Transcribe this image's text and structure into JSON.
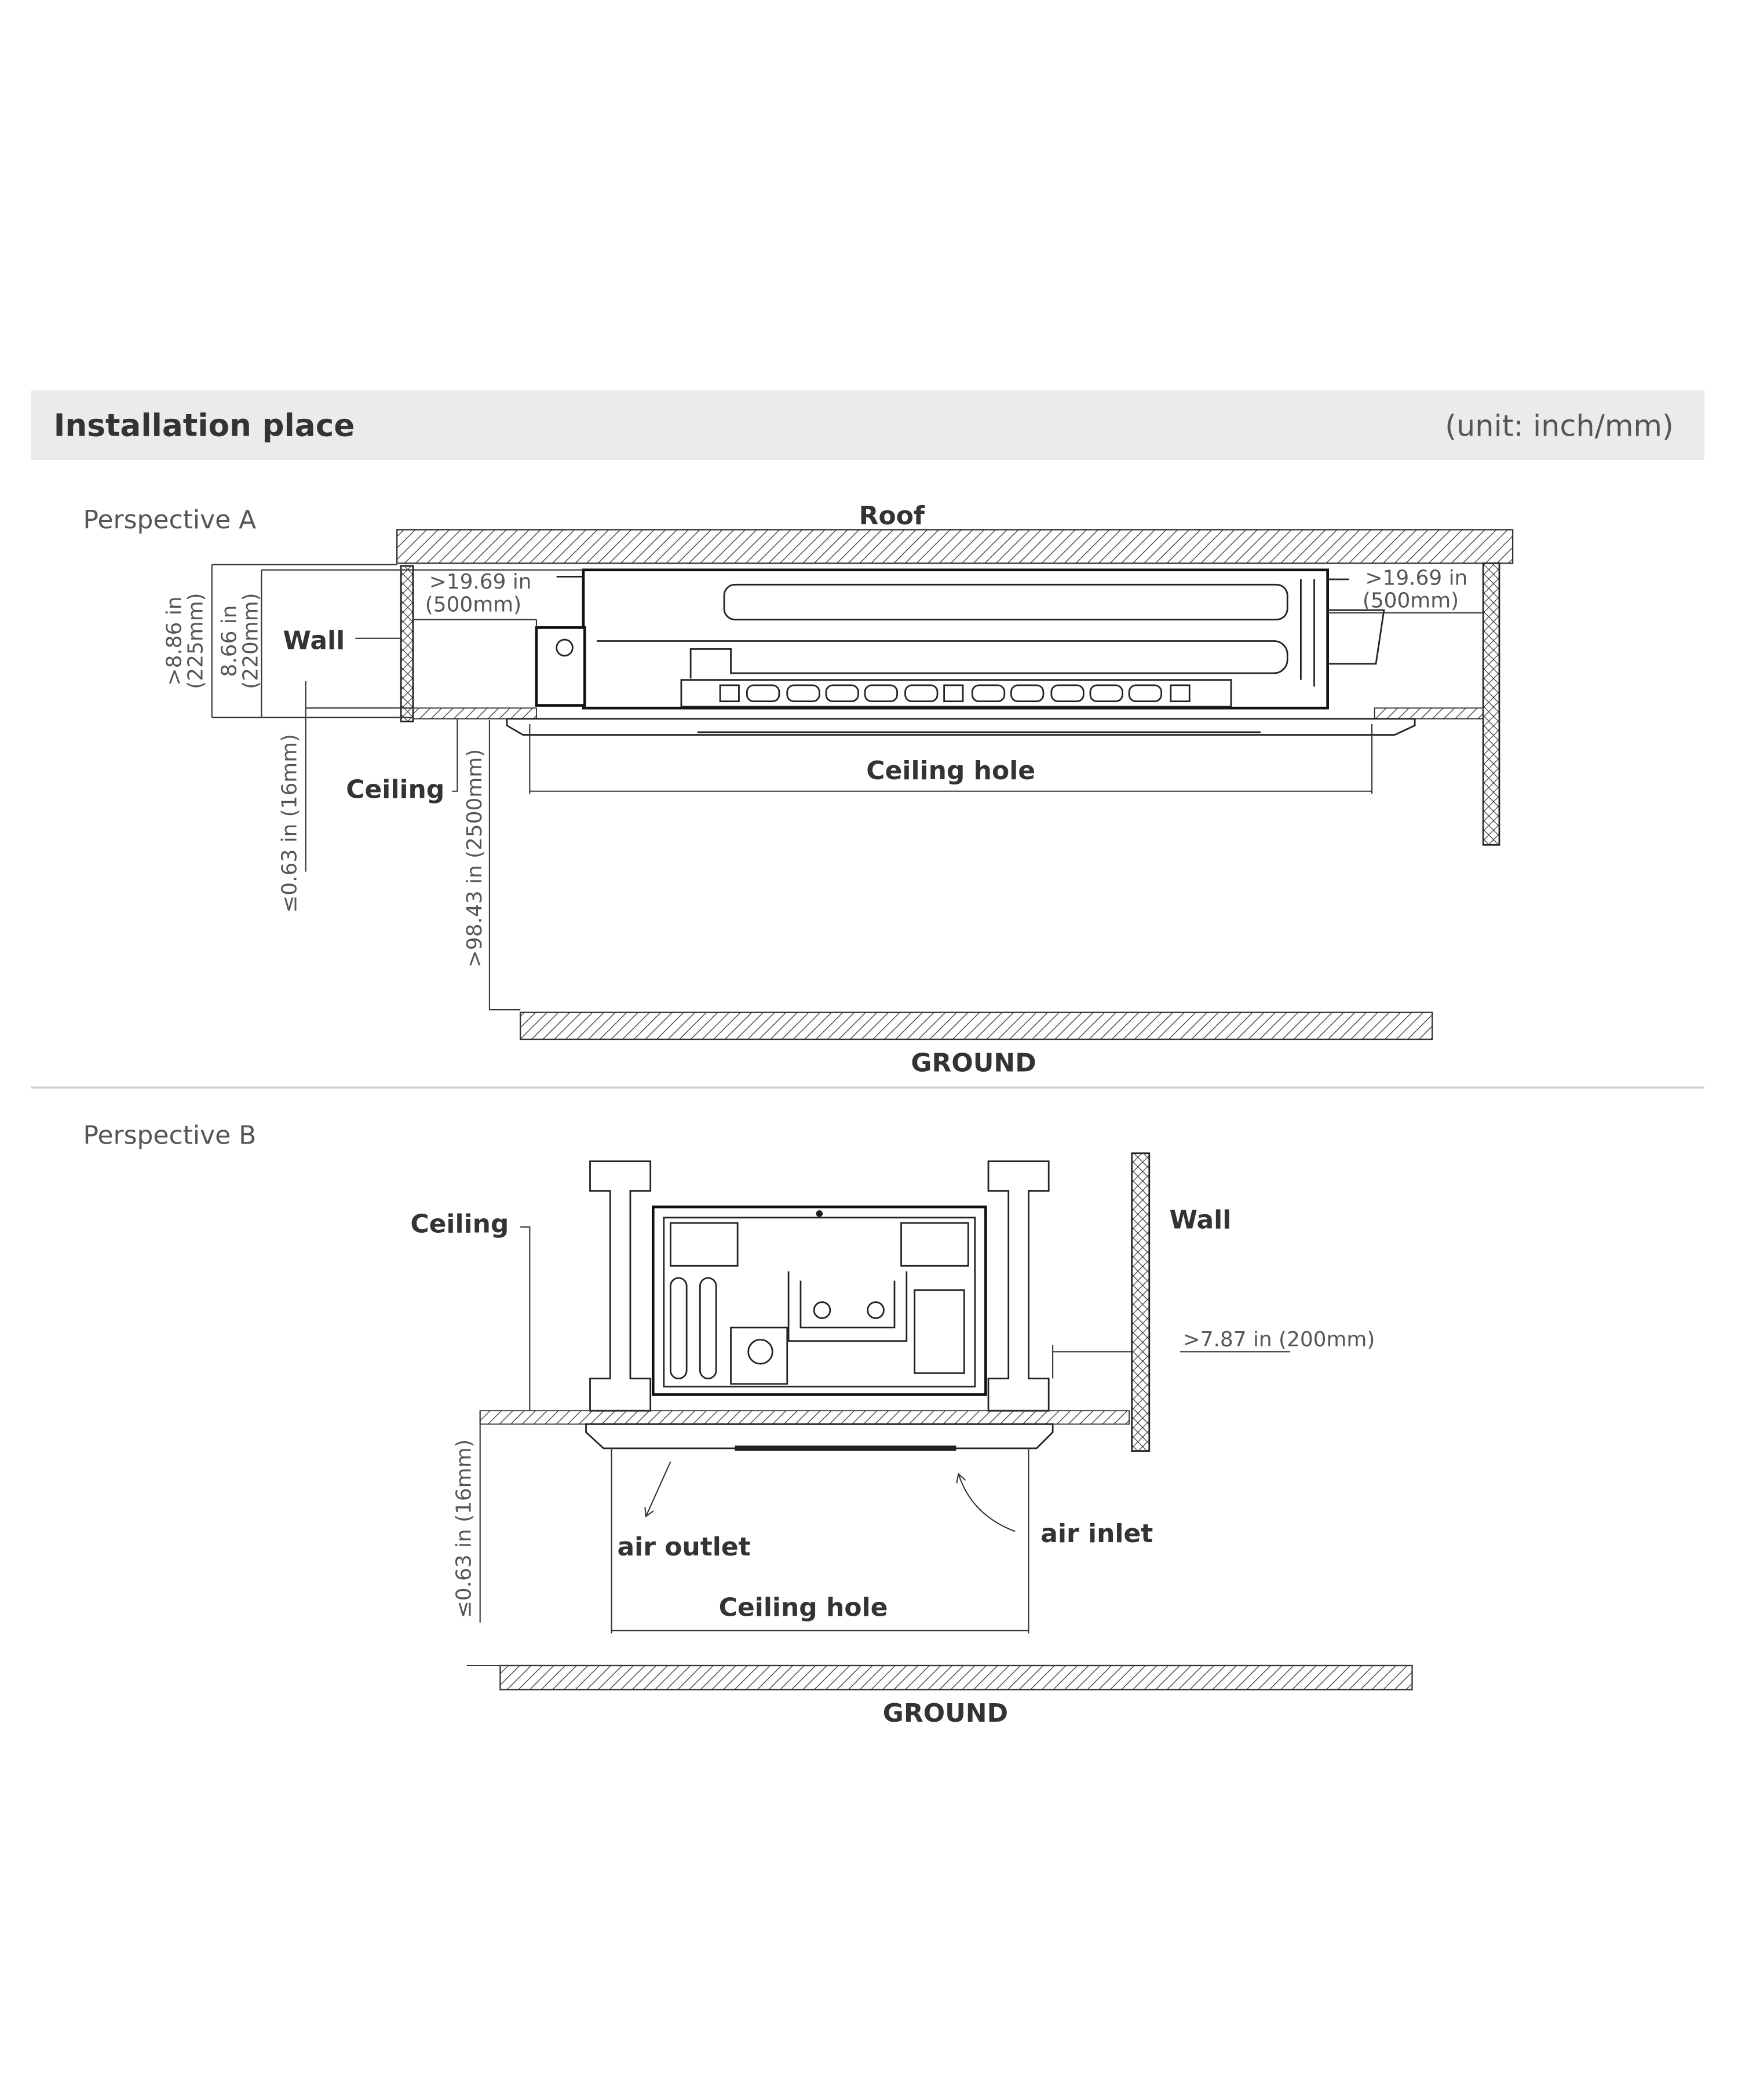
{
  "header": {
    "title": "Installation place",
    "unit": "(unit: inch/mm)"
  },
  "perspective_a": {
    "label": "Perspective A",
    "roof": "Roof",
    "wall": "Wall",
    "ceiling": "Ceiling",
    "ceiling_hole": "Ceiling hole",
    "ground": "GROUND",
    "clearance_left": {
      "line1": ">19.69 in",
      "line2": "(500mm)"
    },
    "clearance_right": {
      "line1": ">19.69 in",
      "line2": "(500mm)"
    },
    "height_outer": {
      "line1": ">8.86 in",
      "line2": "(225mm)"
    },
    "height_inner": {
      "line1": "8.66 in",
      "line2": "(220mm)"
    },
    "panel_gap": "≤0.63 in (16mm)",
    "floor_height": ">98.43 in (2500mm)"
  },
  "perspective_b": {
    "label": "Perspective B",
    "ceiling": "Ceiling",
    "wall": "Wall",
    "wall_clearance": ">7.87 in (200mm)",
    "panel_gap": "≤0.63 in (16mm)",
    "air_outlet": "air outlet",
    "air_inlet": "air inlet",
    "ceiling_hole": "Ceiling hole",
    "ground": "GROUND"
  }
}
